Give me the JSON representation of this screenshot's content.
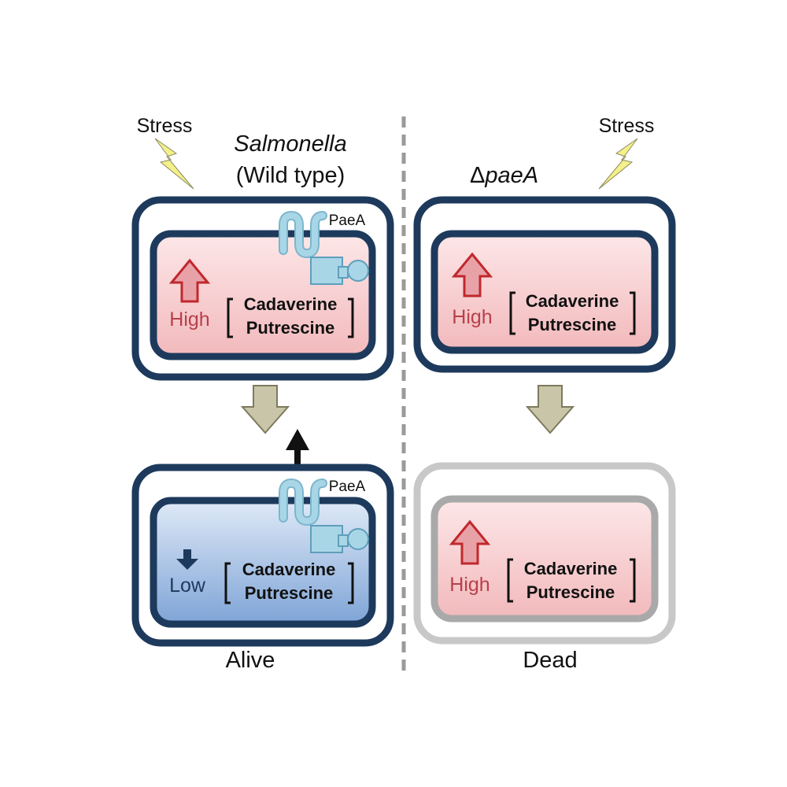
{
  "colors": {
    "outer_border": "#1d3a5c",
    "pink_fill": "#f3c7c9",
    "blue_fill": "#8fb1dd",
    "dead_border": "#c8c8c8",
    "red_arrow": "#c0282d",
    "protein": "#a9d6e6",
    "flow_arrow": "#c9c5a8",
    "bolt": "#f4f08a"
  },
  "left": {
    "stress": "Stress",
    "organism": "Salmonella",
    "genotype": "(Wild type)",
    "top_cell": {
      "protein_label": "PaeA",
      "level": "High",
      "compound_1": "Cadaverine",
      "compound_2": "Putrescine"
    },
    "bottom_cell": {
      "protein_label": "PaeA",
      "level": "Low",
      "compound_1": "Cadaverine",
      "compound_2": "Putrescine"
    },
    "outcome": "Alive"
  },
  "right": {
    "stress": "Stress",
    "genotype_symbol": "Δ",
    "genotype_gene": "paeA",
    "top_cell": {
      "level": "High",
      "compound_1": "Cadaverine",
      "compound_2": "Putrescine"
    },
    "bottom_cell": {
      "level": "High",
      "compound_1": "Cadaverine",
      "compound_2": "Putrescine"
    },
    "outcome": "Dead"
  }
}
